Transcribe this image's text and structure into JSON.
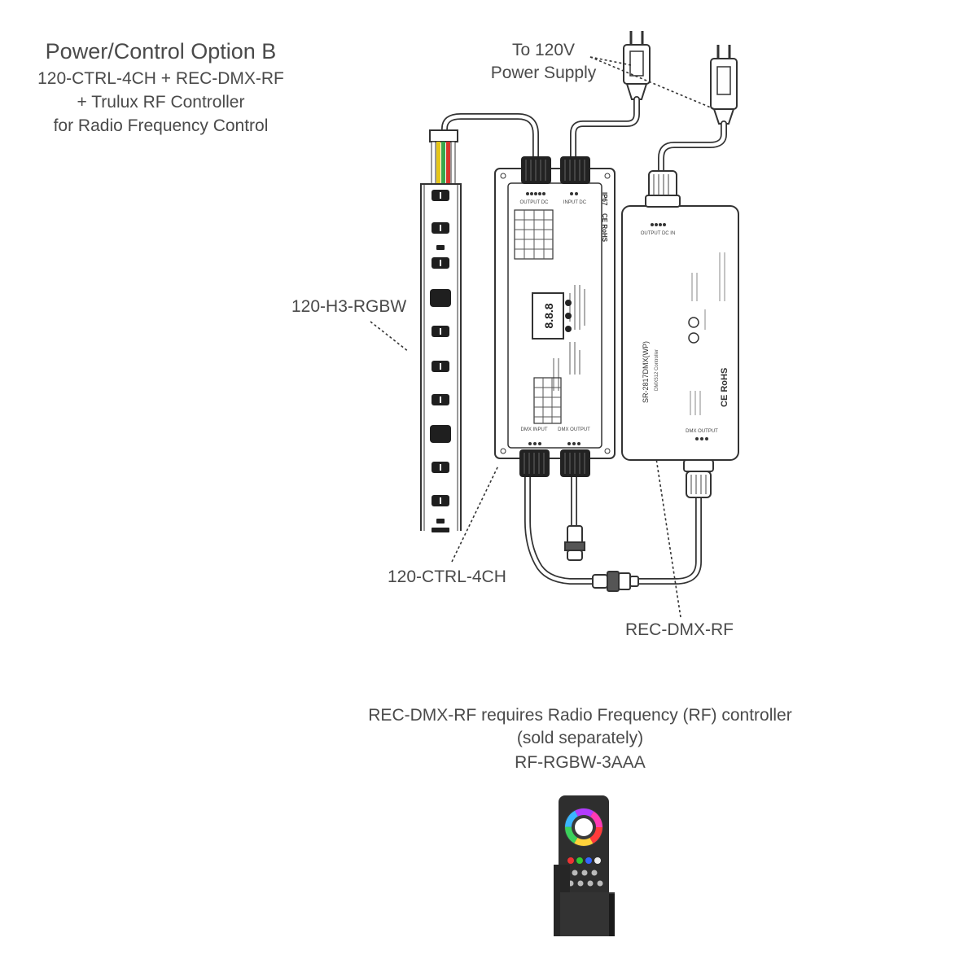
{
  "header": {
    "title": "Power/Control Option B",
    "line1": "120-CTRL-4CH + REC-DMX-RF",
    "line2": "+ Trulux RF Controller",
    "line3": "for Radio Frequency Control"
  },
  "labels": {
    "power_line1": "To 120V",
    "power_line2": "Power Supply",
    "strip": "120-H3-RGBW",
    "ctrl": "120-CTRL-4CH",
    "receiver": "REC-DMX-RF"
  },
  "device_text": {
    "ctrl_output": "OUTPUT DC",
    "ctrl_input": "INPUT DC",
    "ctrl_rating": "IP67",
    "ctrl_cert": "CE RoHS",
    "display": "8.8.8",
    "dmx_input": "DMX INPUT",
    "dmx_output": "DMX OUTPUT",
    "rx_model": "SR-2817DMX(WP)",
    "rx_sub": "DMX512 Controller",
    "rx_cert": "CE RoHS",
    "rx_output": "DMX OUTPUT",
    "rx_top": "OUTPUT DC IN"
  },
  "footer": {
    "line1": "REC-DMX-RF requires Radio Frequency (RF) controller",
    "line2": "(sold separately)",
    "line3": "RF-RGBW-3AAA"
  },
  "colors": {
    "text": "#4a4a4a",
    "line": "#333333",
    "wire_red": "#d9342b",
    "wire_green": "#3aa64a",
    "wire_yellow": "#e6c619",
    "remote_body": "#2e2e2e"
  }
}
